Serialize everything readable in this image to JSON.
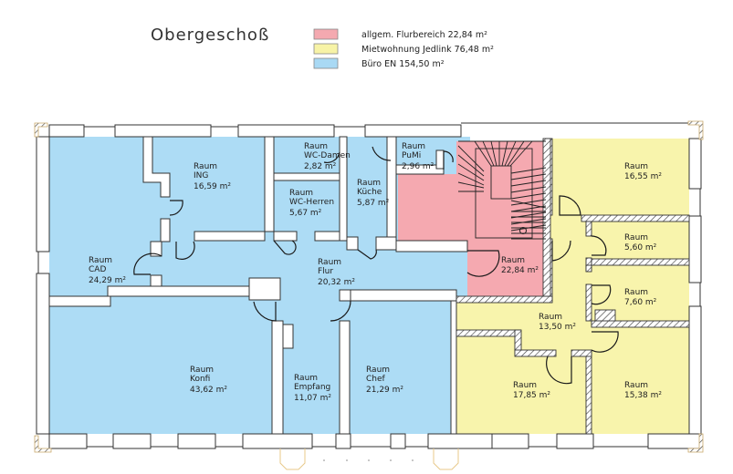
{
  "title": "Obergeschoß",
  "legend": [
    {
      "label": "allgem. Flurbereich 22,84 m²",
      "color": "#f4a9b0"
    },
    {
      "label": "Mietwohnung Jedlink 76,48 m²",
      "color": "#f7f3a6"
    },
    {
      "label": "Büro EN 154,50 m²",
      "color": "#a9d9f4"
    }
  ],
  "colors": {
    "buero": "#addcf5",
    "flur": "#f5a9b0",
    "wohnung": "#f8f4ac",
    "wall": "#ffffff",
    "line": "#333333",
    "frame": "#e8c98a"
  },
  "rooms": [
    {
      "id": "ing",
      "lines": [
        "Raum",
        "ING",
        "16,59  m²"
      ],
      "zone": "buero"
    },
    {
      "id": "wc-damen",
      "lines": [
        "Raum",
        "WC-Damen",
        "2,82  m²"
      ],
      "zone": "buero"
    },
    {
      "id": "pumi",
      "lines": [
        "Raum",
        "PuMi",
        "2,96  m²"
      ],
      "zone": "buero"
    },
    {
      "id": "wc-herren",
      "lines": [
        "Raum",
        "WC-Herren",
        "5,67  m²"
      ],
      "zone": "buero"
    },
    {
      "id": "kueche",
      "lines": [
        "Raum",
        "Küche",
        "5,87  m²"
      ],
      "zone": "buero"
    },
    {
      "id": "cad",
      "lines": [
        "Raum",
        "CAD",
        "24,29  m²"
      ],
      "zone": "buero"
    },
    {
      "id": "flur",
      "lines": [
        "Raum",
        "Flur",
        "20,32  m²"
      ],
      "zone": "buero"
    },
    {
      "id": "konfi",
      "lines": [
        "Raum",
        "Konfi",
        "43,62  m²"
      ],
      "zone": "buero"
    },
    {
      "id": "empfang",
      "lines": [
        "Raum",
        "Empfang",
        "11,07  m²"
      ],
      "zone": "buero"
    },
    {
      "id": "chef",
      "lines": [
        "Raum",
        "Chef",
        "21,29  m²"
      ],
      "zone": "buero"
    },
    {
      "id": "stiege",
      "lines": [
        "Raum",
        "22,84  m²"
      ],
      "zone": "flur"
    },
    {
      "id": "w1",
      "lines": [
        "Raum",
        "16,55  m²"
      ],
      "zone": "wohnung"
    },
    {
      "id": "w2",
      "lines": [
        "Raum",
        "5,60  m²"
      ],
      "zone": "wohnung"
    },
    {
      "id": "w3",
      "lines": [
        "Raum",
        "7,60  m²"
      ],
      "zone": "wohnung"
    },
    {
      "id": "w4",
      "lines": [
        "Raum",
        "13,50  m²"
      ],
      "zone": "wohnung"
    },
    {
      "id": "w5",
      "lines": [
        "Raum",
        "17,85  m²"
      ],
      "zone": "wohnung"
    },
    {
      "id": "w6",
      "lines": [
        "Raum",
        "15,38  m²"
      ],
      "zone": "wohnung"
    }
  ]
}
